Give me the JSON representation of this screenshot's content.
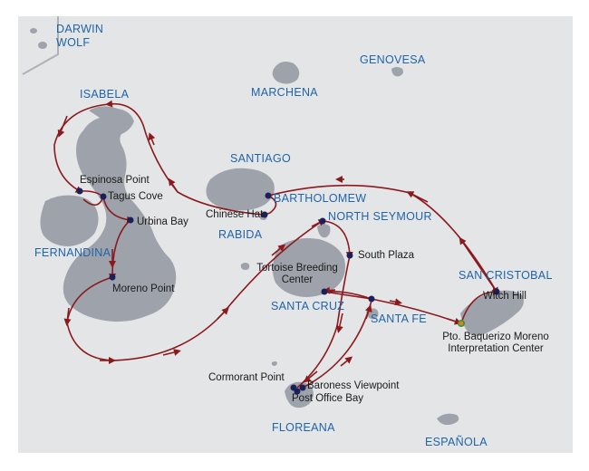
{
  "colors": {
    "sea": "#e4e5e7",
    "land": "#9ea3ab",
    "route": "#8b1a1f",
    "island_label": "#1f64a8",
    "site_dot": "#1b1f5a",
    "start_dot": "#d08a1a",
    "start_dot_ring": "#3f8f3a"
  },
  "islands": {
    "darwin": "DARWIN",
    "wolf": "WOLF",
    "genovesa": "GENOVESA",
    "marchena": "MARCHENA",
    "isabela": "ISABELA",
    "santiago": "SANTIAGO",
    "bartholomew": "BARTHOLOMEW",
    "fernandina": "FERNANDINA",
    "rabida": "RABIDA",
    "north_seymour": "NORTH SEYMOUR",
    "santa_cruz": "SANTA CRUZ",
    "santa_fe": "SANTA FE",
    "san_cristobal": "SAN CRISTOBAL",
    "floreana": "FLOREANA",
    "espanola": "ESPAÑOLA"
  },
  "sites": {
    "espinosa_point": "Espinosa Point",
    "tagus_cove": "Tagus Cove",
    "urbina_bay": "Urbina Bay",
    "moreno_point": "Moreno Point",
    "chinese_hat": "Chinese Hat",
    "south_plaza": "South Plaza",
    "tortoise_breeding_center_1": "Tortoise Breeding",
    "tortoise_breeding_center_2": "Center",
    "witch_hill": "Witch Hill",
    "pto_baquerizo_1": "Pto. Baquerizo Moreno",
    "pto_baquerizo_2": "Interpretation Center",
    "cormorant_point": "Cormorant Point",
    "baroness_viewpoint": "Baroness Viewpoint",
    "post_office_bay": "Post Office Bay"
  }
}
